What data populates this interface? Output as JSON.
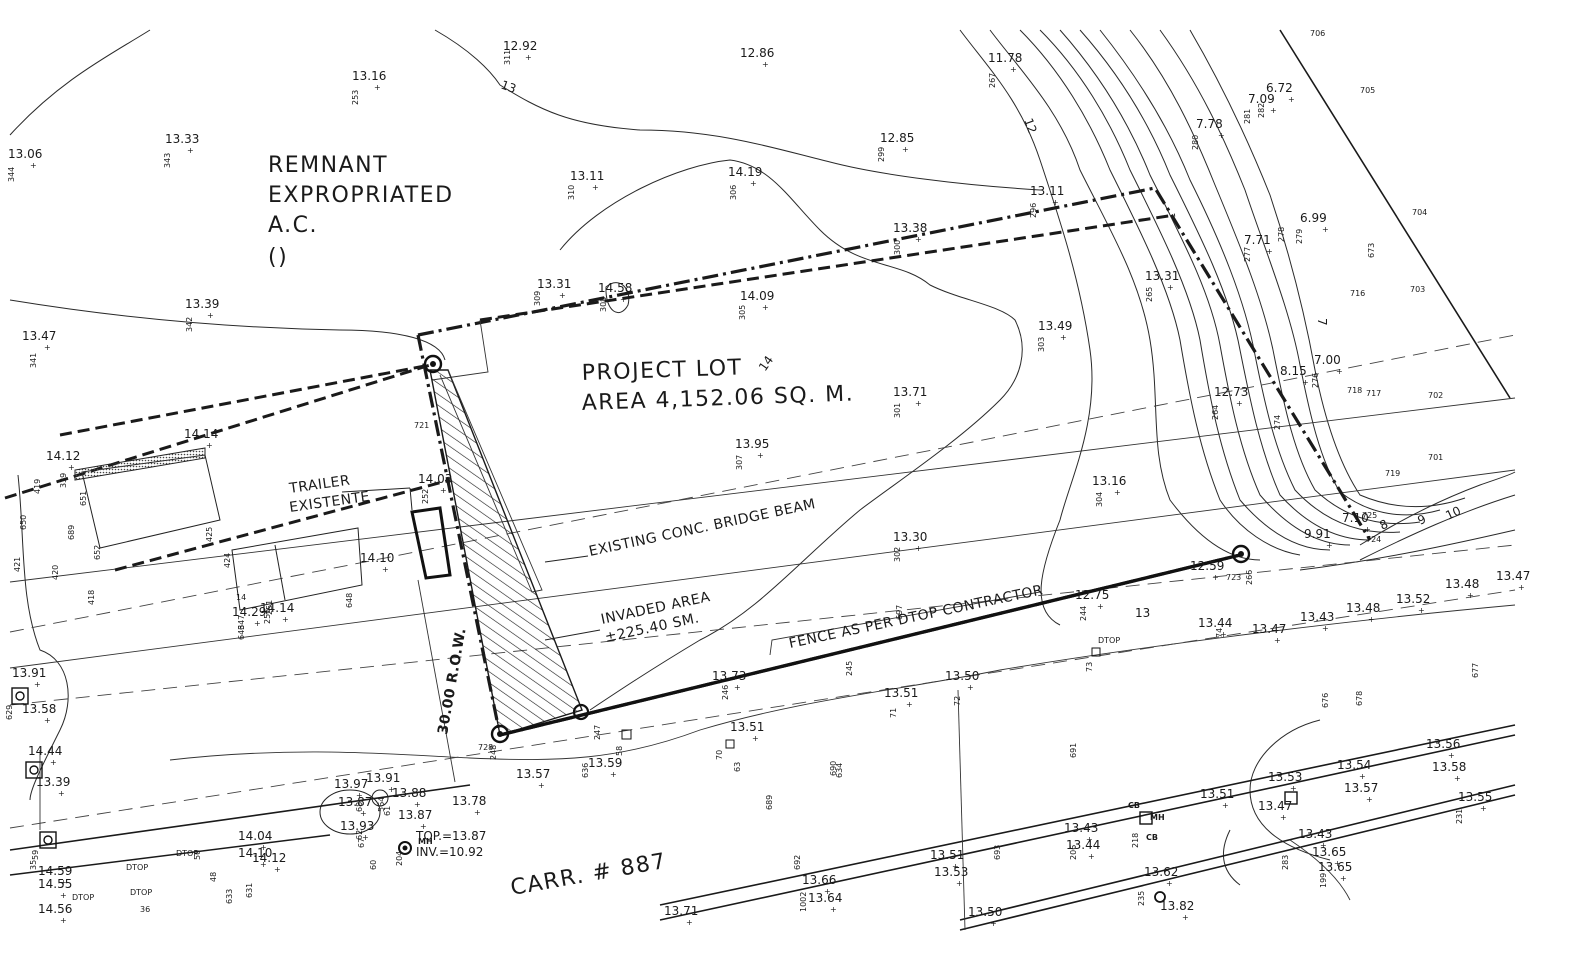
{
  "labels": {
    "remnant": [
      "REMNANT",
      "EXPROPRIATED",
      "A.C.",
      "()"
    ],
    "project_lot": [
      "PROJECT LOT",
      "AREA 4,152.06 SQ. M."
    ],
    "trailer": [
      "TRAILER",
      "EXISTENTE"
    ],
    "bridge_beam": "EXISTING CONC. BRIDGE BEAM",
    "invaded": [
      "INVADED AREA",
      "±225.40 SM."
    ],
    "fence": "FENCE AS PER DTOP CONTRACTOR",
    "row": "30.00 R.O.W.",
    "road": "CARR. # 887",
    "manhole": [
      "TOP.=13.87",
      "INV.=10.92"
    ],
    "mh": "MH",
    "dtop": "DTOP",
    "cb": "CB",
    "contour_labels": [
      "13",
      "12",
      "14",
      "13",
      "9",
      "10",
      "8",
      "7"
    ]
  },
  "elevations": [
    "12.92",
    "12.86",
    "13.16",
    "11.78",
    "13.33",
    "13.06",
    "13.11",
    "14.19",
    "12.85",
    "7.09",
    "6.72",
    "7.78",
    "13.11",
    "13.38",
    "6.99",
    "7.71",
    "13.31",
    "14.58",
    "14.09",
    "13.31",
    "13.39",
    "13.47",
    "13.49",
    "7.00",
    "8.15",
    "13.71",
    "12.73",
    "14.14",
    "14.12",
    "13.95",
    "14.03",
    "13.16",
    "9.91",
    "7.10",
    "13.30",
    "14.10",
    "12.59",
    "12.75",
    "14.29",
    "14.14",
    "13.44",
    "13.47",
    "13.43",
    "13.48",
    "13.52",
    "13.48",
    "13.47",
    "13.91",
    "13.58",
    "13.73",
    "13.51",
    "13.50",
    "14.44",
    "13.39",
    "13.51",
    "13.57",
    "13.59",
    "13.97",
    "13.91",
    "13.87",
    "13.88",
    "13.93",
    "13.87",
    "13.78",
    "13.56",
    "13.58",
    "13.54",
    "13.57",
    "13.53",
    "13.51",
    "13.47",
    "13.55",
    "14.04",
    "14.10",
    "14.12",
    "13.43",
    "13.44",
    "13.43",
    "13.65",
    "13.65",
    "14.59",
    "14.55",
    "14.56",
    "13.51",
    "13.53",
    "13.66",
    "13.64",
    "13.62",
    "13.82",
    "13.71",
    "13.50"
  ],
  "point_numbers": [
    "311",
    "253",
    "267",
    "343",
    "344",
    "310",
    "306",
    "299",
    "281",
    "282",
    "280",
    "706",
    "705",
    "296",
    "300",
    "278",
    "279",
    "704",
    "673",
    "277",
    "309",
    "308",
    "305",
    "265",
    "716",
    "703",
    "342",
    "341",
    "303",
    "276",
    "718",
    "717",
    "702",
    "301",
    "264",
    "274",
    "307",
    "719",
    "701",
    "419",
    "651",
    "339",
    "252",
    "304",
    "725",
    "724",
    "650",
    "689",
    "652",
    "425",
    "721",
    "302",
    "723",
    "266",
    "244",
    "424",
    "14",
    "648",
    "647",
    "421",
    "420",
    "418",
    "643",
    "256",
    "251",
    "697",
    "74",
    "73",
    "676",
    "678",
    "245",
    "677",
    "246",
    "629",
    "71",
    "72",
    "248",
    "728",
    "247",
    "58",
    "70",
    "63",
    "691",
    "690",
    "634",
    "689",
    "636",
    "68",
    "67",
    "61",
    "564",
    "62",
    "204",
    "60",
    "35",
    "59",
    "218",
    "283",
    "199",
    "231",
    "50",
    "48",
    "633",
    "631",
    "36",
    "692",
    "1002",
    "693",
    "206",
    "235"
  ]
}
